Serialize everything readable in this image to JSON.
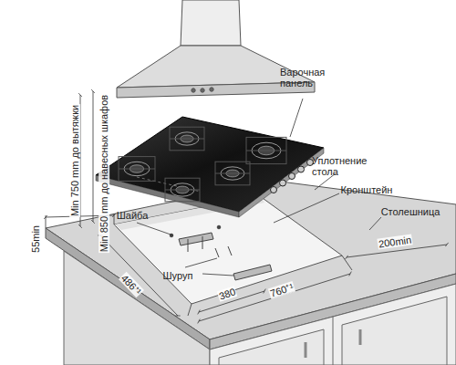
{
  "diagram": {
    "labels": [
      "Варочная панель",
      "Уплотнение стола",
      "Кронштейн",
      "Столешница",
      "Шайба",
      "Шуруп",
      "Min 750 mm до вытяжки",
      "Min 850 mm до навесных шкафов",
      "55min",
      "486⁺¹",
      "380",
      "760⁺¹",
      "200min"
    ]
  }
}
